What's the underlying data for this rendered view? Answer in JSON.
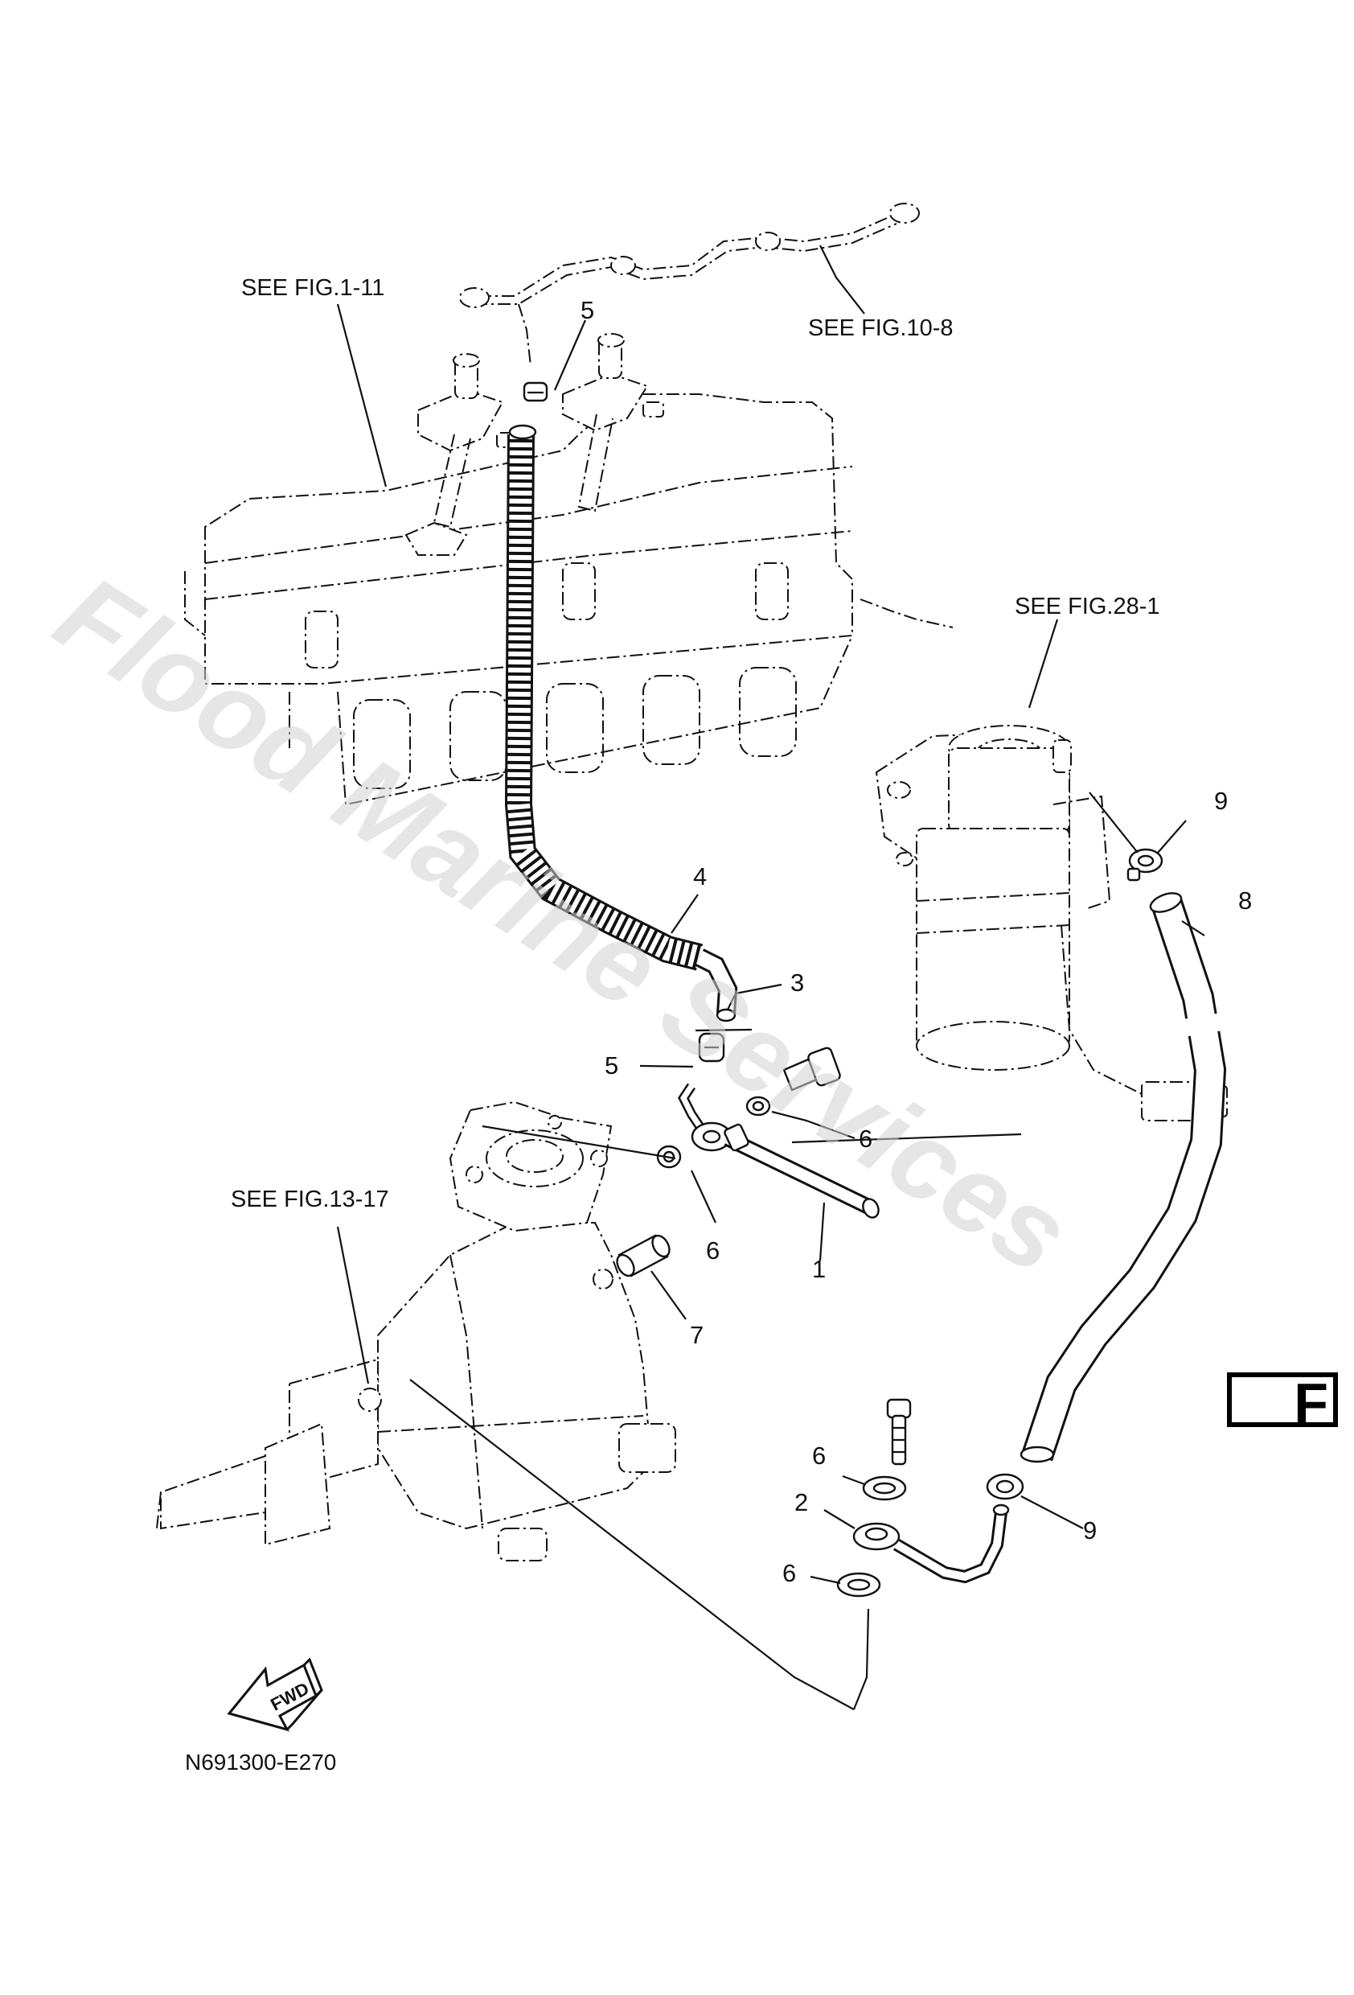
{
  "diagram": {
    "references": [
      {
        "id": "fig-1-11",
        "text": "SEE FIG.1-11"
      },
      {
        "id": "fig-10-8",
        "text": "SEE FIG.10-8"
      },
      {
        "id": "fig-28-1",
        "text": "SEE FIG.28-1"
      },
      {
        "id": "fig-13-17",
        "text": "SEE FIG.13-17"
      }
    ],
    "callouts": [
      "1",
      "2",
      "3",
      "4",
      "5",
      "5",
      "6",
      "6",
      "6",
      "6",
      "7",
      "8",
      "9",
      "9"
    ],
    "fwd_label": "FWD",
    "drawing_code": "N691300-E270",
    "page_mark": "F",
    "watermark": "Flood Marine Services"
  }
}
